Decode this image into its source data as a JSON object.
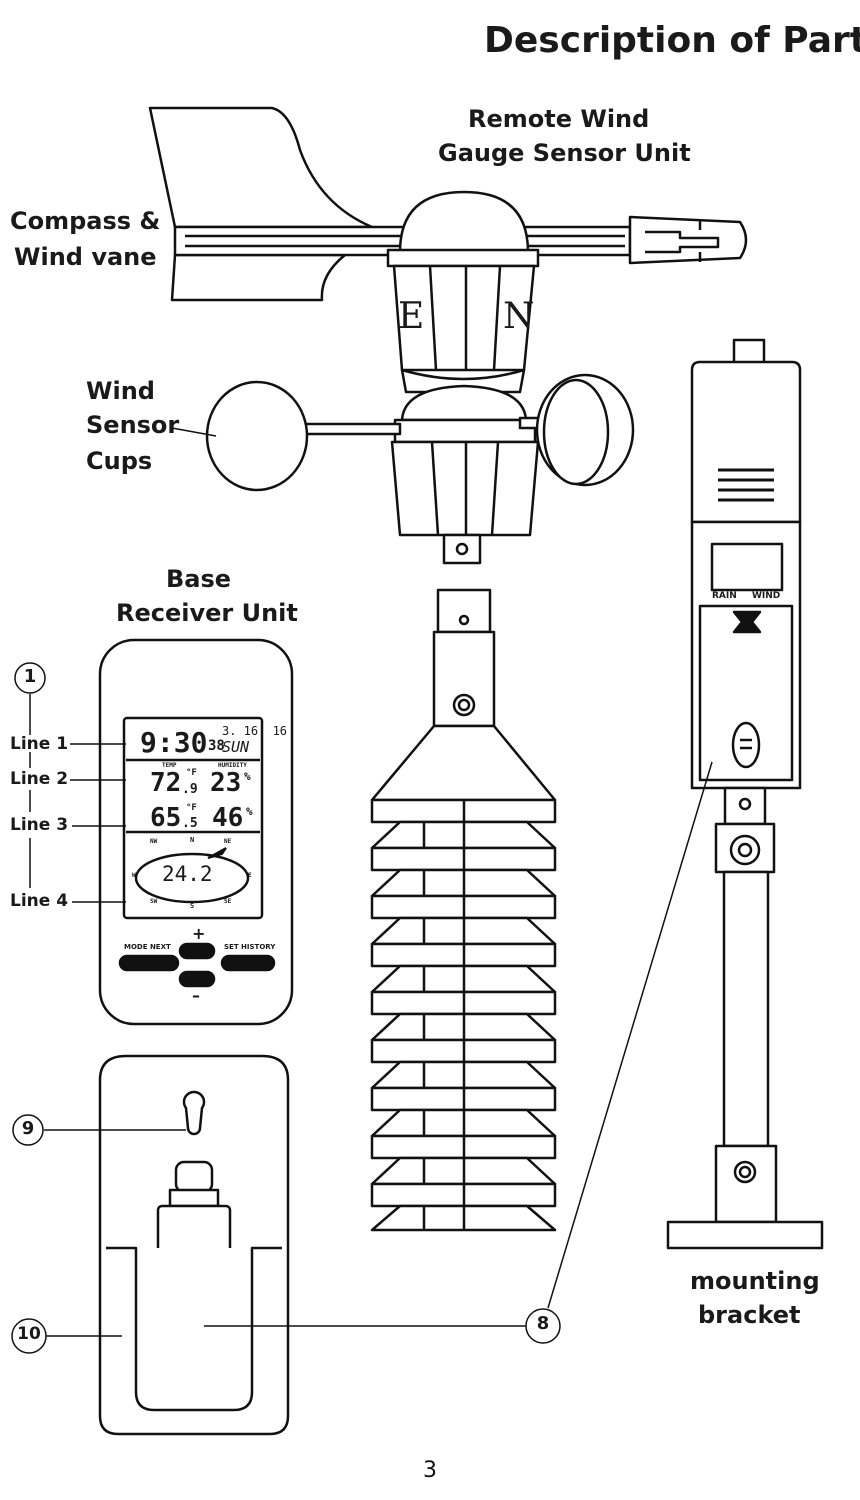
{
  "page_title": "Description of Parts",
  "labels": {
    "remote_unit_1": "Remote Wind",
    "remote_unit_2": "Gauge Sensor Unit",
    "compass_1": "Compass &",
    "compass_2": "Wind vane",
    "cups_1": "Wind",
    "cups_2": "Sensor",
    "cups_3": "Cups",
    "base_1": "Base",
    "base_2": "Receiver Unit",
    "line1": "Line 1",
    "line2": "Line 2",
    "line3": "Line 3",
    "line4": "Line 4",
    "mount_1": "mounting",
    "mount_2": "bracket"
  },
  "callouts": {
    "c1": "1",
    "c9": "9",
    "c10": "10",
    "c8": "8"
  },
  "sensor_markings": {
    "east": "E",
    "north": "N",
    "rain": "RAIN",
    "wind": "WIND"
  },
  "display": {
    "time": "9:30",
    "seconds": "38",
    "date": "3. 16. 16",
    "day": "SUN",
    "in_temp": "72",
    "in_temp_dec": ".9",
    "in_hum": "23",
    "out_temp": "65",
    "out_temp_dec": ".5",
    "out_hum": "46",
    "wind_speed": "24.2",
    "temp_tag": "TEMP",
    "humidity_tag": "HUMIDITY",
    "unit_f": "°F",
    "unit_pct": "%",
    "dirs": {
      "nw": "NW",
      "n": "N",
      "ne": "NE",
      "w": "W",
      "e": "E",
      "sw": "SW",
      "s": "S",
      "se": "SE"
    }
  },
  "buttons": {
    "mode_next": "MODE NEXT",
    "set_history": "SET HISTORY",
    "plus": "+",
    "minus": "–"
  },
  "page_number": "3"
}
